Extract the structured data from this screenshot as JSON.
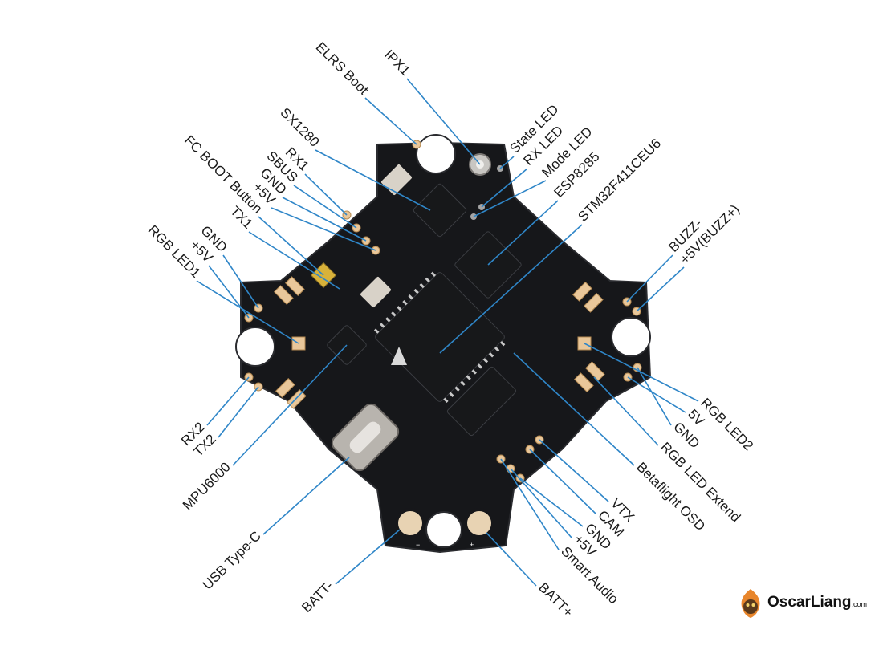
{
  "labels": {
    "elrs_boot": "ELRS Boot",
    "ipx1": "IPX1",
    "sx1280": "SX1280",
    "state_led": "State LED",
    "rx_led": "RX LED",
    "mode_led": "Mode LED",
    "esp8285": "ESP8285",
    "stm32": "STM32F411CEU6",
    "rx1": "RX1",
    "sbus": "SBUS",
    "gnd_top": "GND",
    "plus5v_top": "+5V",
    "fc_boot": "FC BOOT Button",
    "tx1": "TX1",
    "gnd_left": "GND",
    "plus5v_left": "+5V",
    "rgb_led1": "RGB LED1",
    "buzz_minus": "BUZZ-",
    "buzz_plus": "+5V(BUZZ+)",
    "rx2": "RX2",
    "tx2": "TX2",
    "mpu6000": "MPU6000",
    "usb_typec": "USB Type-C",
    "batt_minus": "BATT-",
    "batt_plus": "BATT+",
    "rgb_led2": "RGB LED2",
    "fivev_right": "5V",
    "gnd_right": "GND",
    "rgb_led_extend": "RGB LED Extend",
    "betaflight_osd": "Betaflight OSD",
    "vtx": "VTX",
    "cam": "CAM",
    "gnd_bottom": "GND",
    "plus5v_bottom": "+5V",
    "smart_audio": "Smart Audio"
  },
  "brand": {
    "name": "OscarLiang",
    "suffix": ".com"
  },
  "colors": {
    "leader_line": "#2f86c8",
    "board": "#16171a",
    "pad": "#e9c79a"
  }
}
